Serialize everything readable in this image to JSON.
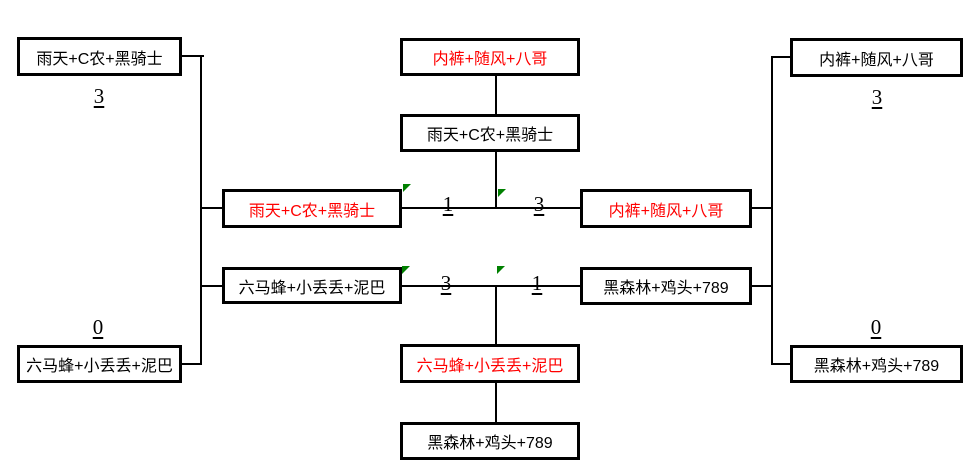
{
  "colors": {
    "winner_text": "#ff0000",
    "normal_text": "#000000",
    "line": "#000000",
    "corner_flag": "#008000",
    "background": "#ffffff"
  },
  "bracket": {
    "semifinal_left": {
      "team_top": "雨天+C农+黑骑士",
      "team_bottom": "六马蜂+小丢丢+泥巴",
      "score_top": "3",
      "score_bottom": "0"
    },
    "semifinal_right": {
      "team_top": "内裤+随风+八哥",
      "team_bottom": "黑森林+鸡头+789",
      "score_top": "3",
      "score_bottom": "0"
    },
    "final": {
      "team_left": "雨天+C农+黑骑士",
      "team_right": "内裤+随风+八哥",
      "score_left": "1",
      "score_right": "3"
    },
    "third_place_match": {
      "team_left": "六马蜂+小丢丢+泥巴",
      "team_right": "黑森林+鸡头+789",
      "score_left": "3",
      "score_right": "1"
    },
    "results": {
      "champion": "内裤+随风+八哥",
      "runner_up": "雨天+C农+黑骑士",
      "third": "六马蜂+小丢丢+泥巴",
      "fourth": "黑森林+鸡头+789"
    }
  },
  "icons": {
    "corner_flag": "green-corner-flag"
  }
}
